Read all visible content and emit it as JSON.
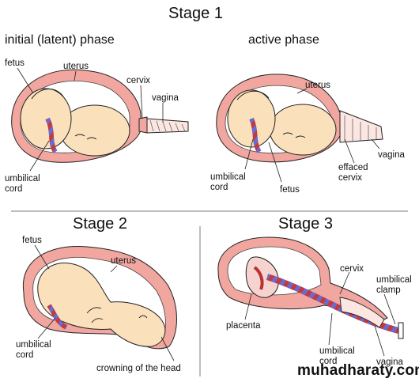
{
  "stage1": {
    "title": "Stage 1",
    "latent": {
      "title": "initial (latent) phase",
      "labels": {
        "fetus": "fetus",
        "uterus": "uterus",
        "cervix": "cervix",
        "vagina": "vagina",
        "umbilical_cord": "umbilical\ncord"
      }
    },
    "active": {
      "title": "active phase",
      "labels": {
        "uterus": "uterus",
        "vagina": "vagina",
        "effaced_cervix": "effaced\ncervix",
        "umbilical_cord": "umbilical\ncord",
        "fetus": "fetus"
      }
    }
  },
  "stage2": {
    "title": "Stage 2",
    "labels": {
      "fetus": "fetus",
      "uterus": "uterus",
      "umbilical_cord": "umbilical\ncord",
      "crowning": "crowning of the head"
    }
  },
  "stage3": {
    "title": "Stage 3",
    "labels": {
      "cervix": "cervix",
      "umbilical_clamp": "umbilical\nclamp",
      "placenta": "placenta",
      "umbilical_cord": "umbilical\ncord",
      "vagina": "vagina"
    }
  },
  "watermark": "muhadharaty.com",
  "colors": {
    "uterus_wall": "#f1a6a0",
    "skin": "#fbe0bc",
    "cord_red": "#c43a3a",
    "cord_blue": "#6a6ad0",
    "line": "#222222"
  }
}
